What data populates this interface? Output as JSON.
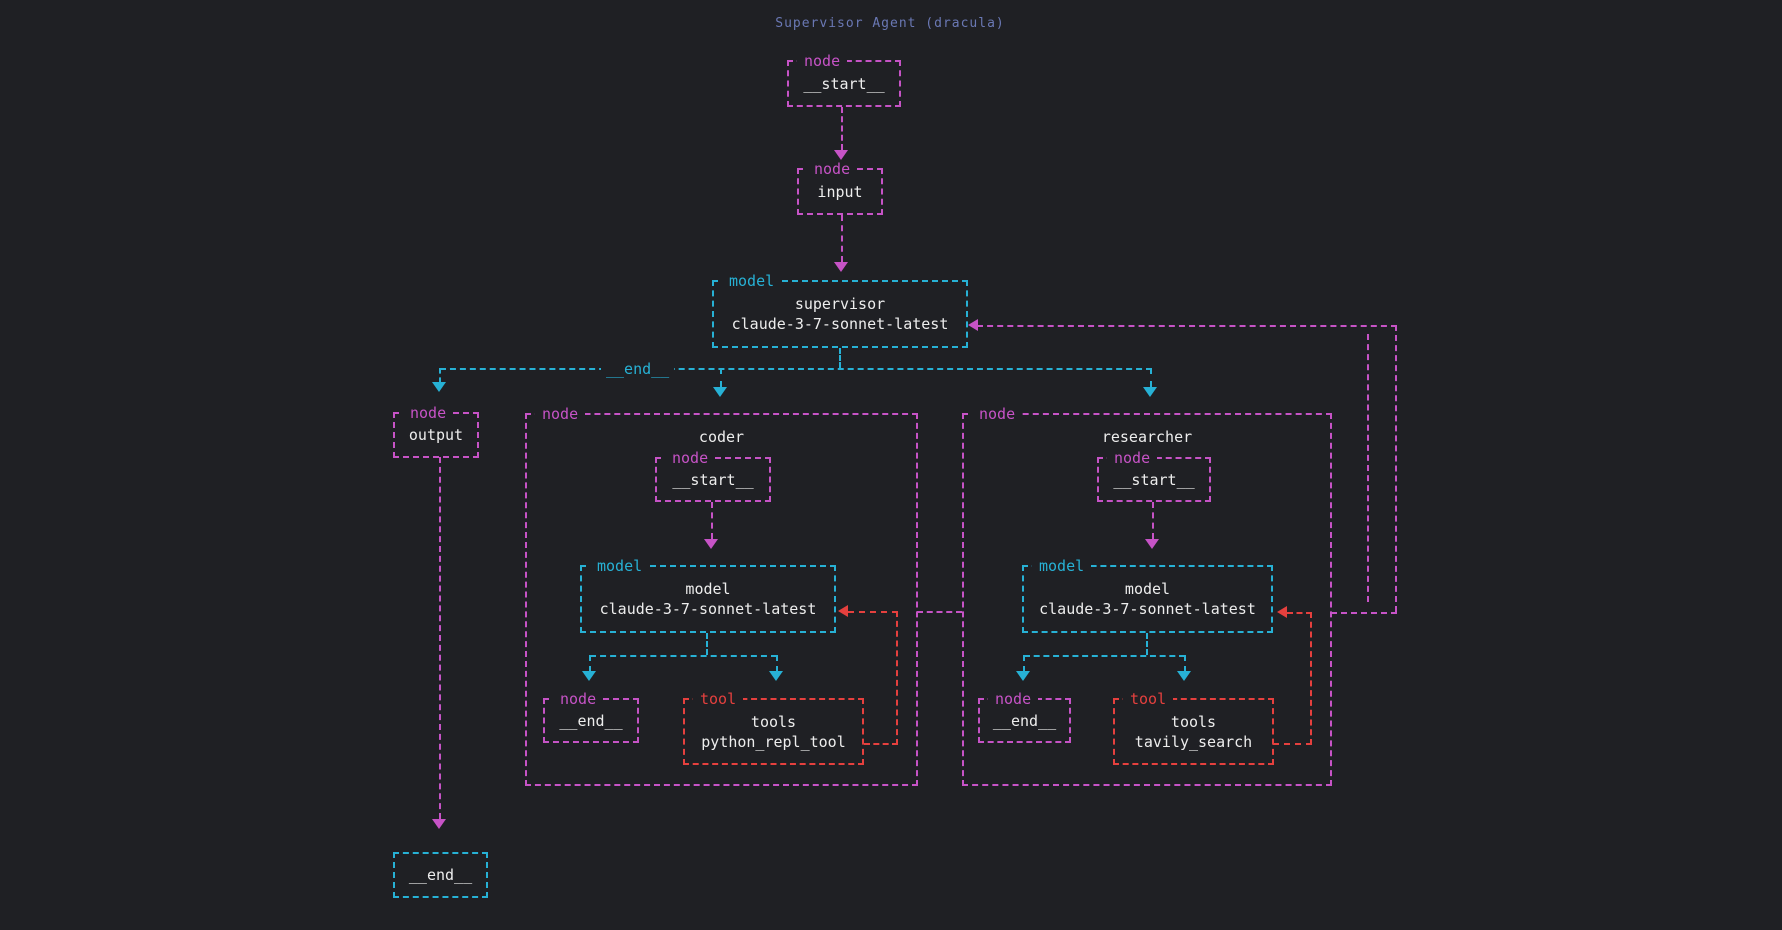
{
  "title": "Supervisor Agent (dracula)",
  "colors": {
    "background": "#1f2024",
    "node_accent": "#c653c6",
    "model_accent": "#27b1d5",
    "tool_accent": "#e5403e",
    "text": "#ededed",
    "title_text": "#6a78b4"
  },
  "edge_labels": {
    "supervisor_end": "__end__"
  },
  "nodes": {
    "start_top": {
      "tag": "node",
      "text": "__start__"
    },
    "input": {
      "tag": "node",
      "text": "input"
    },
    "supervisor": {
      "tag": "model",
      "line1": "supervisor",
      "line2": "claude-3-7-sonnet-latest"
    },
    "output": {
      "tag": "node",
      "text": "output"
    },
    "end_bottom": {
      "text": "__end__"
    }
  },
  "subgraphs": {
    "coder": {
      "tag": "node",
      "title": "coder",
      "start": {
        "tag": "node",
        "text": "__start__"
      },
      "model": {
        "tag": "model",
        "line1": "model",
        "line2": "claude-3-7-sonnet-latest"
      },
      "end": {
        "tag": "node",
        "text": "__end__"
      },
      "tools": {
        "tag": "tool",
        "line1": "tools",
        "line2": "python_repl_tool"
      }
    },
    "researcher": {
      "tag": "node",
      "title": "researcher",
      "start": {
        "tag": "node",
        "text": "__start__"
      },
      "model": {
        "tag": "model",
        "line1": "model",
        "line2": "claude-3-7-sonnet-latest"
      },
      "end": {
        "tag": "node",
        "text": "__end__"
      },
      "tools": {
        "tag": "tool",
        "line1": "tools",
        "line2": "tavily_search"
      }
    }
  }
}
